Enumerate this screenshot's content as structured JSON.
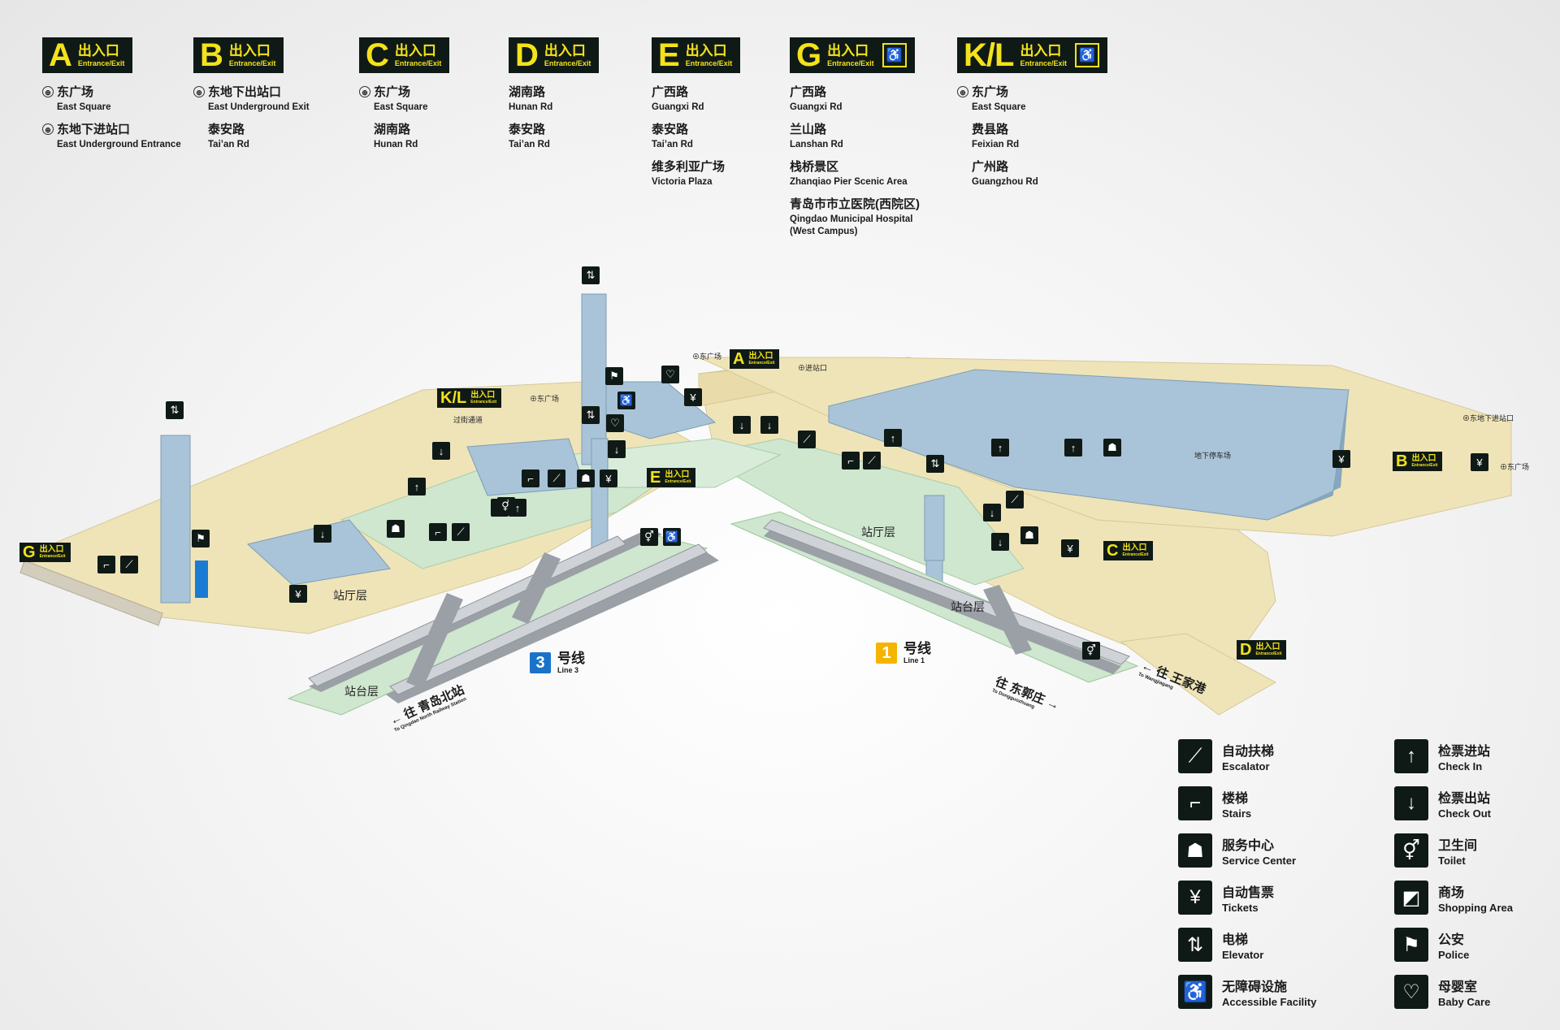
{
  "exits": [
    {
      "id": "A",
      "badge_cn": "出入口",
      "badge_en": "Entrance/Exit",
      "elevator": false,
      "destinations": [
        {
          "cn": "东广场",
          "en": "East Square",
          "rail": true
        },
        {
          "cn": "东地下进站口",
          "en": "East Underground Entrance",
          "rail": true
        }
      ]
    },
    {
      "id": "B",
      "badge_cn": "出入口",
      "badge_en": "Entrance/Exit",
      "elevator": false,
      "destinations": [
        {
          "cn": "东地下出站口",
          "en": "East Underground Exit",
          "rail": true
        },
        {
          "cn": "泰安路",
          "en": "Tai’an Rd",
          "rail": false
        }
      ]
    },
    {
      "id": "C",
      "badge_cn": "出入口",
      "badge_en": "Entrance/Exit",
      "elevator": false,
      "destinations": [
        {
          "cn": "东广场",
          "en": "East Square",
          "rail": true
        },
        {
          "cn": "湖南路",
          "en": "Hunan Rd",
          "rail": false
        }
      ]
    },
    {
      "id": "D",
      "badge_cn": "出入口",
      "badge_en": "Entrance/Exit",
      "elevator": false,
      "destinations": [
        {
          "cn": "湖南路",
          "en": "Hunan Rd",
          "rail": false
        },
        {
          "cn": "泰安路",
          "en": "Tai’an Rd",
          "rail": false
        }
      ]
    },
    {
      "id": "E",
      "badge_cn": "出入口",
      "badge_en": "Entrance/Exit",
      "elevator": false,
      "destinations": [
        {
          "cn": "广西路",
          "en": "Guangxi Rd",
          "rail": false
        },
        {
          "cn": "泰安路",
          "en": "Tai’an Rd",
          "rail": false
        },
        {
          "cn": "维多利亚广场",
          "en": "Victoria Plaza",
          "rail": false
        }
      ]
    },
    {
      "id": "G",
      "badge_cn": "出入口",
      "badge_en": "Entrance/Exit",
      "elevator": true,
      "destinations": [
        {
          "cn": "广西路",
          "en": "Guangxi Rd",
          "rail": false
        },
        {
          "cn": "兰山路",
          "en": "Lanshan Rd",
          "rail": false
        },
        {
          "cn": "栈桥景区",
          "en": "Zhanqiao Pier Scenic Area",
          "rail": false
        },
        {
          "cn": "青岛市市立医院(西院区)",
          "en": "Qingdao Municipal Hospital",
          "en2": "(West Campus)",
          "rail": false
        }
      ]
    },
    {
      "id": "K/L",
      "badge_cn": "出入口",
      "badge_en": "Entrance/Exit",
      "elevator": true,
      "destinations": [
        {
          "cn": "东广场",
          "en": "East Square",
          "rail": true
        },
        {
          "cn": "费县路",
          "en": "Feixian Rd",
          "rail": false
        },
        {
          "cn": "广州路",
          "en": "Guangzhou Rd",
          "rail": false
        }
      ]
    }
  ],
  "map": {
    "concourse_label": "站厅层",
    "platform_label": "站台层",
    "parking_label": "地下停车场",
    "passage_label": "过街通道",
    "east_square_note": "东广场",
    "entrance_note": "进站口",
    "east_underground_note": "东地下进站口",
    "tag_cn": "出入口",
    "tag_en": "Entrance/Exit",
    "line3": {
      "num": "3",
      "cn": "号线",
      "en": "Line 3",
      "color": "#1a73c8"
    },
    "line1": {
      "num": "1",
      "cn": "号线",
      "en": "Line 1",
      "color": "#f4b400"
    },
    "dir_line3": {
      "cn": "往 青岛北站",
      "en": "To Qingdao North Railway Station"
    },
    "dir_line1a": {
      "cn": "往 东郭庄",
      "en": "To Dongguozhuang"
    },
    "dir_line1b": {
      "cn": "往 王家港",
      "en": "To Wangjiagang"
    }
  },
  "legend": [
    {
      "cn": "自动扶梯",
      "en": "Escalator",
      "icon": "escalator-icon",
      "glyph": "⟋"
    },
    {
      "cn": "楼梯",
      "en": "Stairs",
      "icon": "stairs-icon",
      "glyph": "⌐"
    },
    {
      "cn": "服务中心",
      "en": "Service Center",
      "icon": "service-center-icon",
      "glyph": "☗"
    },
    {
      "cn": "自动售票",
      "en": "Tickets",
      "icon": "tickets-icon",
      "glyph": "¥"
    },
    {
      "cn": "电梯",
      "en": "Elevator",
      "icon": "elevator-icon",
      "glyph": "⇅"
    },
    {
      "cn": "无障碍设施",
      "en": "Accessible Facility",
      "icon": "accessible-icon",
      "glyph": "♿"
    },
    {
      "cn": "检票进站",
      "en": "Check In",
      "icon": "check-in-icon",
      "glyph": "↑"
    },
    {
      "cn": "检票出站",
      "en": "Check Out",
      "icon": "check-out-icon",
      "glyph": "↓"
    },
    {
      "cn": "卫生间",
      "en": "Toilet",
      "icon": "toilet-icon",
      "glyph": "⚥"
    },
    {
      "cn": "商场",
      "en": "Shopping Area",
      "icon": "shopping-icon",
      "glyph": "◩"
    },
    {
      "cn": "公安",
      "en": "Police",
      "icon": "police-icon",
      "glyph": "⚑"
    },
    {
      "cn": "母婴室",
      "en": "Baby Care",
      "icon": "baby-care-icon",
      "glyph": "♡"
    }
  ],
  "colors": {
    "badge_bg": "#0f1a17",
    "badge_text": "#f4e21a",
    "concourse": "#efe4b8",
    "platform": "#cfe6cf",
    "building": "#a9c4d8"
  }
}
